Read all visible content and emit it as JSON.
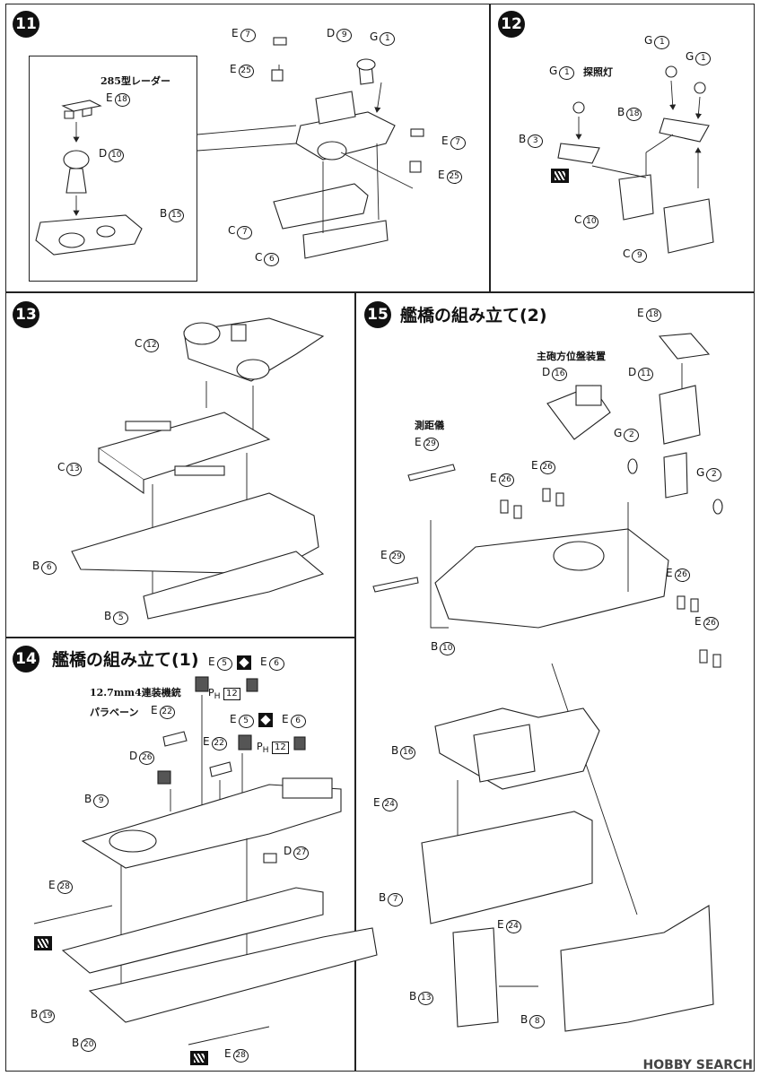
{
  "steps": {
    "s11": {
      "number": "11"
    },
    "s12": {
      "number": "12"
    },
    "s13": {
      "number": "13"
    },
    "s14": {
      "number": "14",
      "title": "艦橋の組み立て(1)"
    },
    "s15": {
      "number": "15",
      "title": "艦橋の組み立て(2)"
    }
  },
  "notes": {
    "radar285": "285型レーダー",
    "searchlight": "探照灯",
    "aa_gun": "12.7mm4連装機銃",
    "paravane": "パラベーン",
    "rangefinder": "測距儀",
    "director": "主砲方位盤装置"
  },
  "parts": {
    "p11": [
      {
        "letter": "E",
        "num": "7"
      },
      {
        "letter": "D",
        "num": "9"
      },
      {
        "letter": "G",
        "num": "1"
      },
      {
        "letter": "E",
        "num": "25"
      },
      {
        "letter": "E",
        "num": "18"
      },
      {
        "letter": "D",
        "num": "10"
      },
      {
        "letter": "B",
        "num": "15"
      },
      {
        "letter": "E",
        "num": "7"
      },
      {
        "letter": "E",
        "num": "25"
      },
      {
        "letter": "C",
        "num": "7"
      },
      {
        "letter": "C",
        "num": "6"
      }
    ],
    "p12": [
      {
        "letter": "G",
        "num": "1"
      },
      {
        "letter": "G",
        "num": "1"
      },
      {
        "letter": "G",
        "num": "1"
      },
      {
        "letter": "B",
        "num": "18"
      },
      {
        "letter": "B",
        "num": "3"
      },
      {
        "letter": "C",
        "num": "10"
      },
      {
        "letter": "C",
        "num": "9"
      }
    ],
    "p13": [
      {
        "letter": "C",
        "num": "12"
      },
      {
        "letter": "C",
        "num": "13"
      },
      {
        "letter": "B",
        "num": "6"
      },
      {
        "letter": "B",
        "num": "5"
      }
    ],
    "p14": [
      {
        "letter": "E",
        "num": "5"
      },
      {
        "letter": "E",
        "num": "6"
      },
      {
        "letter": "E",
        "num": "22"
      },
      {
        "letter": "E",
        "num": "5"
      },
      {
        "letter": "E",
        "num": "6"
      },
      {
        "letter": "D",
        "num": "26"
      },
      {
        "letter": "E",
        "num": "22"
      },
      {
        "letter": "B",
        "num": "9"
      },
      {
        "letter": "D",
        "num": "27"
      },
      {
        "letter": "E",
        "num": "28"
      },
      {
        "letter": "B",
        "num": "19"
      },
      {
        "letter": "B",
        "num": "20"
      },
      {
        "letter": "E",
        "num": "28"
      }
    ],
    "p15": [
      {
        "letter": "E",
        "num": "18"
      },
      {
        "letter": "D",
        "num": "16"
      },
      {
        "letter": "D",
        "num": "11"
      },
      {
        "letter": "E",
        "num": "29"
      },
      {
        "letter": "G",
        "num": "2"
      },
      {
        "letter": "E",
        "num": "26"
      },
      {
        "letter": "E",
        "num": "26"
      },
      {
        "letter": "G",
        "num": "2"
      },
      {
        "letter": "E",
        "num": "29"
      },
      {
        "letter": "E",
        "num": "26"
      },
      {
        "letter": "E",
        "num": "26"
      },
      {
        "letter": "B",
        "num": "10"
      },
      {
        "letter": "B",
        "num": "16"
      },
      {
        "letter": "E",
        "num": "24"
      },
      {
        "letter": "B",
        "num": "7"
      },
      {
        "letter": "E",
        "num": "24"
      },
      {
        "letter": "B",
        "num": "13"
      },
      {
        "letter": "B",
        "num": "8"
      }
    ]
  },
  "ph_label": {
    "prefix": "P",
    "sub": "H",
    "num": "12"
  },
  "watermark": "HOBBY SEARCH"
}
